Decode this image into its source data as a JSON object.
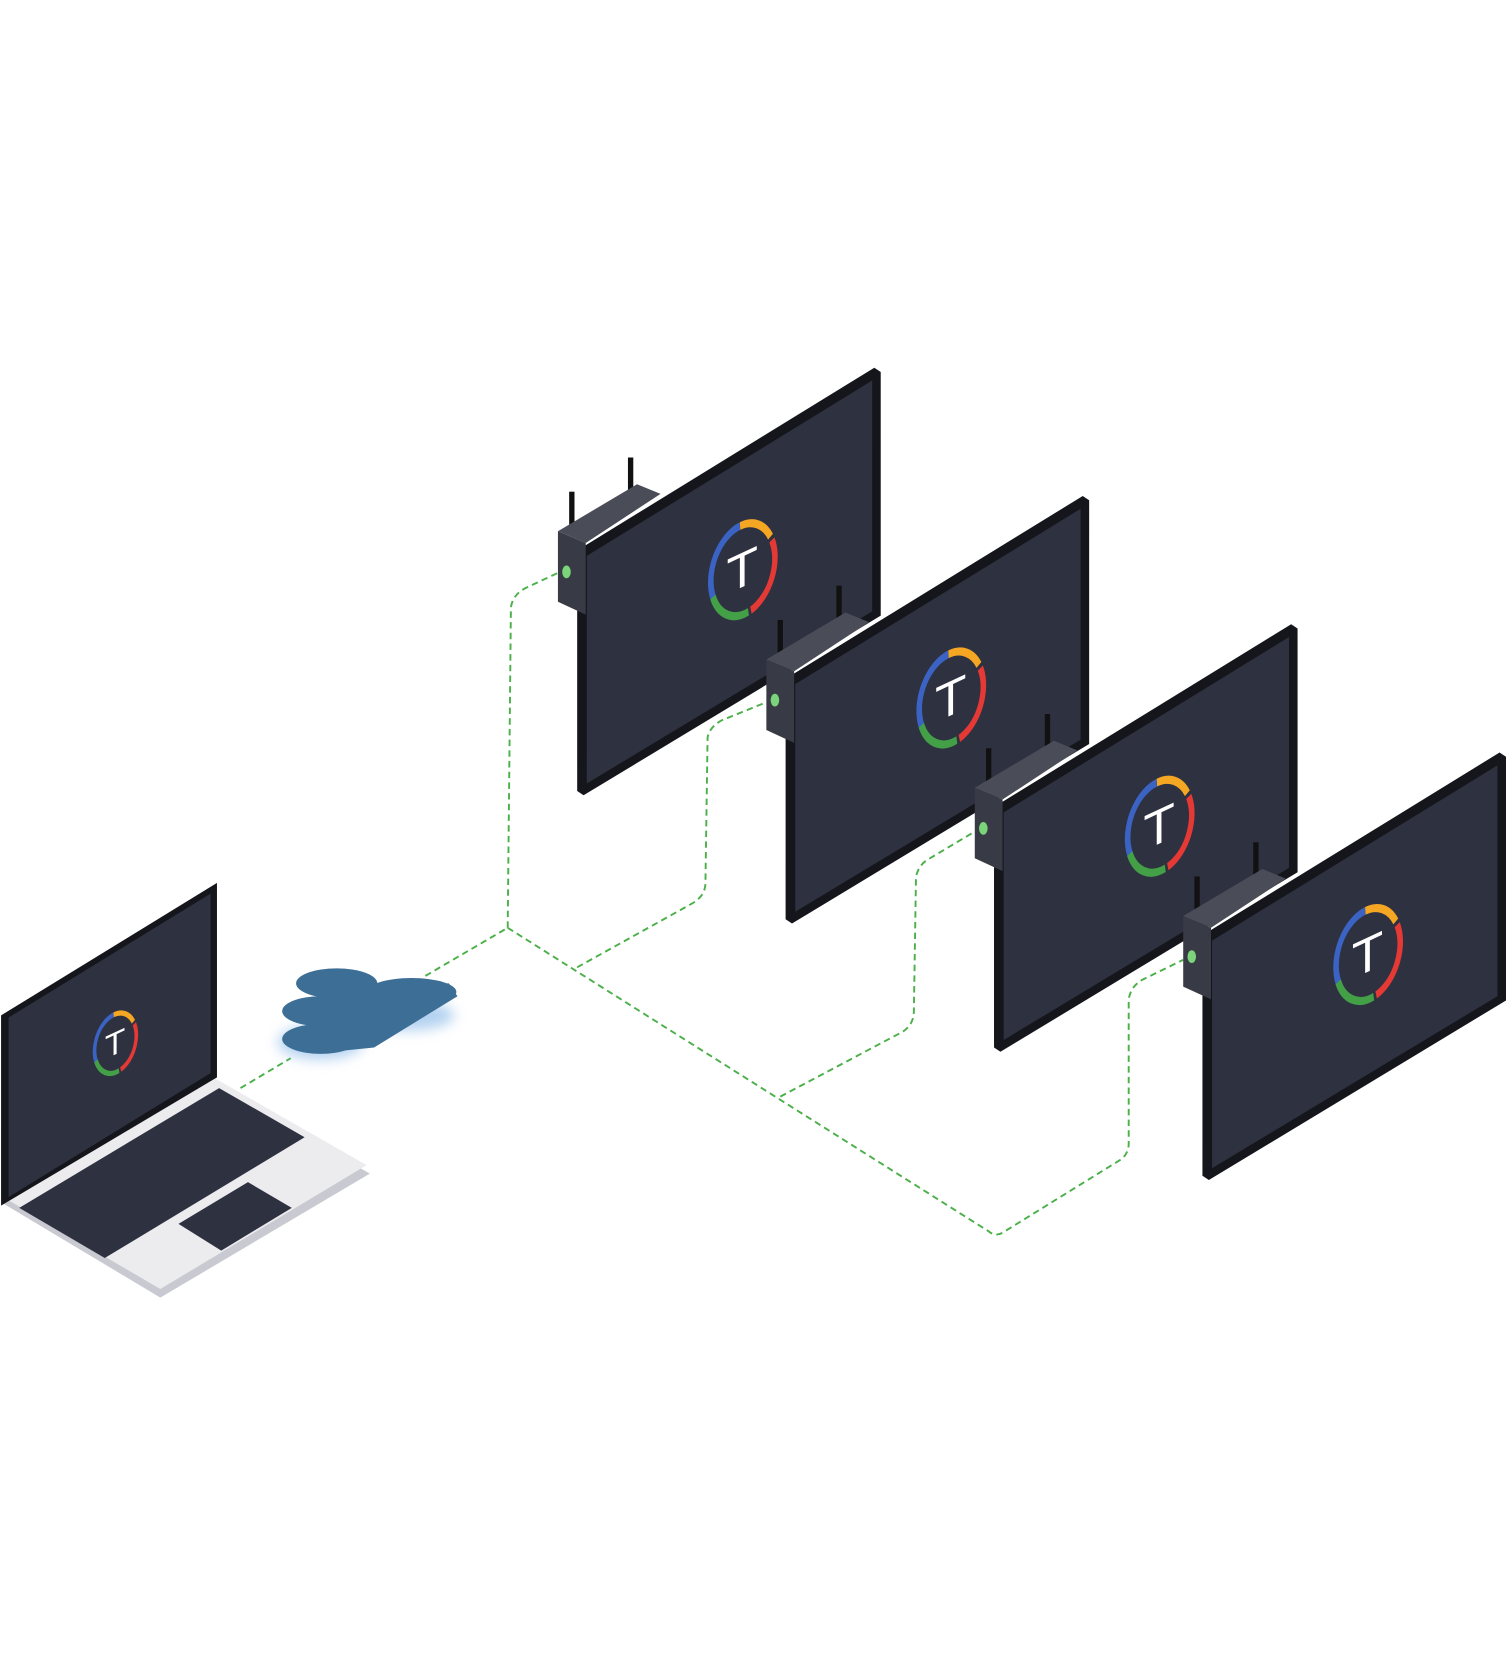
{
  "diagram": {
    "logo_letter": "T",
    "colors": {
      "screen": "#2e3140",
      "frame": "#15161b",
      "connection": "#4cb04a",
      "cloud": "#3d6e96",
      "laptop_body": "#ececef",
      "logo_blue": "#3b63c4",
      "logo_orange": "#f5a623",
      "logo_red": "#e53935",
      "logo_green": "#43a047"
    },
    "nodes": [
      {
        "type": "laptop",
        "icon": "laptop-icon"
      },
      {
        "type": "cloud",
        "icon": "cloud-icon"
      },
      {
        "type": "display",
        "icon": "display-with-media-player-icon"
      },
      {
        "type": "display",
        "icon": "display-with-media-player-icon"
      },
      {
        "type": "display",
        "icon": "display-with-media-player-icon"
      },
      {
        "type": "display",
        "icon": "display-with-media-player-icon"
      }
    ]
  }
}
